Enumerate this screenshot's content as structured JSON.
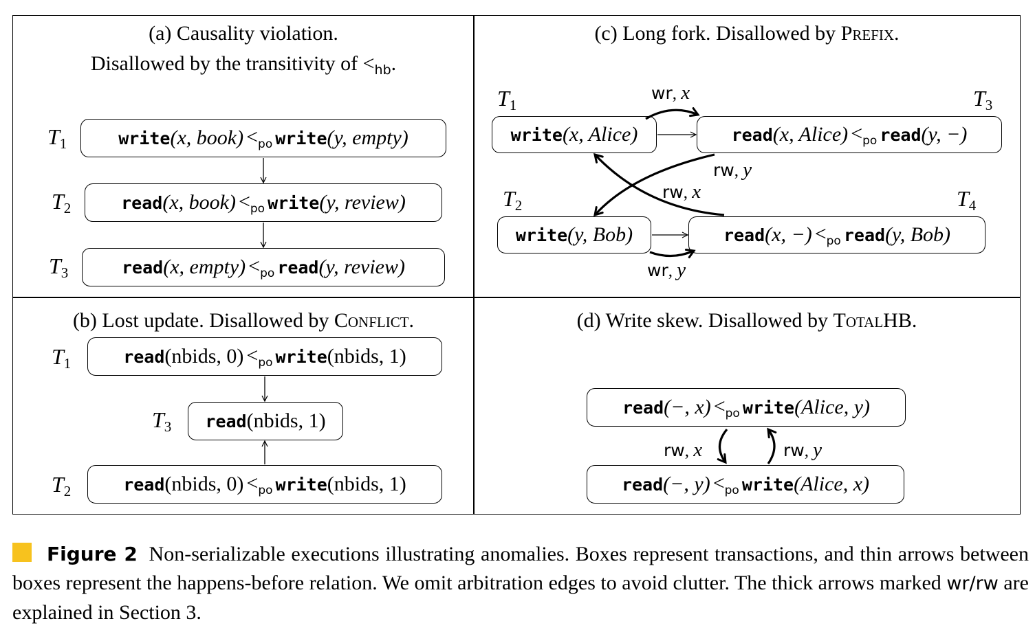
{
  "panel_a": {
    "title_line1": "(a) Causality violation.",
    "title_line2_text": "Disallowed by the transitivity of <",
    "title_line2_sub": "hb",
    "title_line2_end": ".",
    "transactions": [
      {
        "label": "T",
        "sub": "1",
        "op1": "write",
        "args1": "(x, book)",
        "op2": "write",
        "args2": "(y, empty)"
      },
      {
        "label": "T",
        "sub": "2",
        "op1": "read",
        "args1": "(x, book)",
        "op2": "write",
        "args2": "(y, review)"
      },
      {
        "label": "T",
        "sub": "3",
        "op1": "read",
        "args1": "(x, empty)",
        "op2": "read",
        "args2": "(y, review)"
      }
    ]
  },
  "panel_b": {
    "title_pre": "(b) Lost update. Disallowed by ",
    "title_sc": "Conflict",
    "title_end": ".",
    "transactions": [
      {
        "label": "T",
        "sub": "1",
        "op1": "read",
        "args1": "(nbids, 0)",
        "op2": "write",
        "args2": "(nbids, 1)"
      },
      {
        "label": "T",
        "sub": "3",
        "op1": "read",
        "args1": "(nbids, 1)"
      },
      {
        "label": "T",
        "sub": "2",
        "op1": "read",
        "args1": "(nbids, 0)",
        "op2": "write",
        "args2": "(nbids, 1)"
      }
    ]
  },
  "panel_c": {
    "title_pre": "(c) Long fork. Disallowed by ",
    "title_sc": "Prefix",
    "title_end": ".",
    "transactions": [
      {
        "label": "T",
        "sub": "1",
        "op1": "write",
        "args1": "(x, Alice)"
      },
      {
        "label": "T",
        "sub": "3",
        "op1": "read",
        "args1": "(x, Alice)",
        "op2": "read",
        "args2": "(y, −)"
      },
      {
        "label": "T",
        "sub": "2",
        "op1": "write",
        "args1": "(y, Bob)"
      },
      {
        "label": "T",
        "sub": "4",
        "op1": "read",
        "args1": "(x, −)",
        "op2": "read",
        "args2": "(y, Bob)"
      }
    ],
    "edges": [
      {
        "rel": "wr",
        "var": "x"
      },
      {
        "rel": "rw",
        "var": "y"
      },
      {
        "rel": "rw",
        "var": "x"
      },
      {
        "rel": "wr",
        "var": "y"
      }
    ]
  },
  "panel_d": {
    "title_pre": "(d) Write skew. Disallowed by ",
    "title_sc": "TotalHB",
    "title_end": ".",
    "transactions": [
      {
        "op1": "read",
        "args1": "(−, x)",
        "op2": "write",
        "args2": "(Alice, y)"
      },
      {
        "op1": "read",
        "args1": "(−, y)",
        "op2": "write",
        "args2": "(Alice, x)"
      }
    ],
    "edges": [
      {
        "rel": "rw",
        "var": "x"
      },
      {
        "rel": "rw",
        "var": "y"
      }
    ]
  },
  "po_symbol": "<",
  "po_sub": "po",
  "caption": {
    "figure_label": "Figure 2",
    "text1": "Non-serializable executions illustrating anomalies. Boxes represent transactions, and thin arrows between boxes represent the happens-before relation. We omit arbitration edges to avoid clutter. The thick arrows marked ",
    "wr": "wr",
    "slash": "/",
    "rw": "rw",
    "text2": " are explained in Section 3.",
    "marker_color": "#f7c21e"
  }
}
